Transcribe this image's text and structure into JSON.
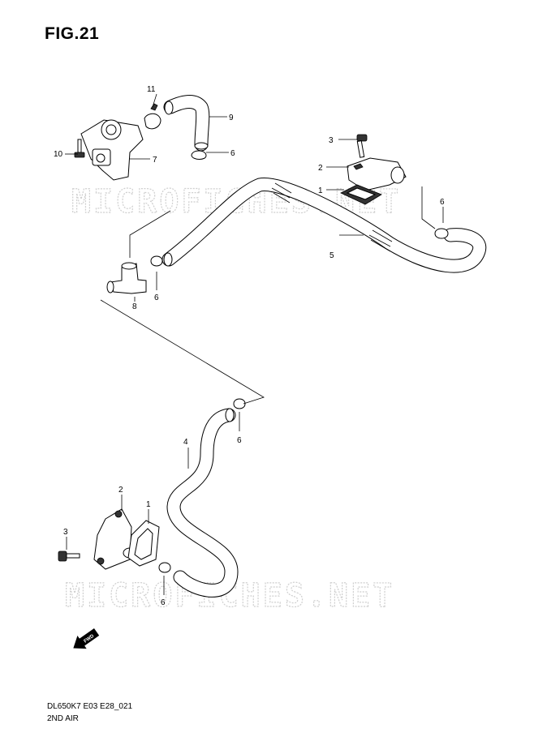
{
  "figure": {
    "title": "FIG.21",
    "model_code": "DL650K7 E03 E28_021",
    "diagram_name": "2ND AIR"
  },
  "watermark": {
    "text": "MICROFICHES.NET"
  },
  "callouts": {
    "c1_top": "1",
    "c2_top": "2",
    "c3_top": "3",
    "c4": "4",
    "c5": "5",
    "c6_a": "6",
    "c6_b": "6",
    "c6_c": "6",
    "c6_d": "6",
    "c6_e": "6",
    "c7": "7",
    "c8": "8",
    "c9": "9",
    "c10": "10",
    "c11": "11",
    "c1_bottom": "1",
    "c2_bottom": "2",
    "c3_bottom": "3"
  },
  "fwd_label": "FWD",
  "colors": {
    "line": "#000000",
    "watermark": "#cfcfcf",
    "background": "#ffffff"
  }
}
